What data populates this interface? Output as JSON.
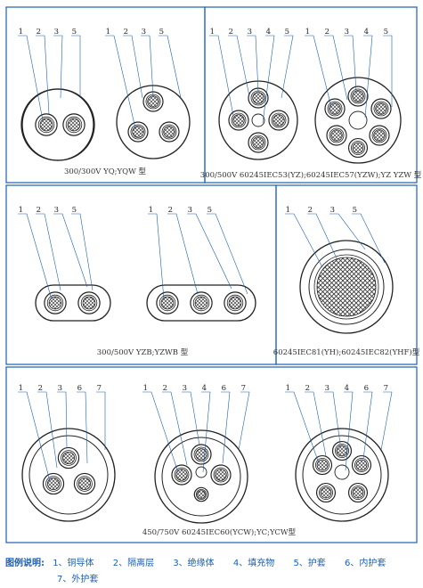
{
  "captions": {
    "p1": "300/300V  YQ;YQW 型",
    "p2": "300/500V 60245IEC53(YZ);60245IEC57(YZW);YZ YZW 型",
    "p3": "300/500V  YZB;YZWB 型",
    "p4": "60245IEC81(YH);60245IEC82(YHF)型",
    "p5": "450/750V 60245IEC60(YCW);YC;YCW型"
  },
  "callouts": {
    "p1a": [
      "1",
      "2",
      "3",
      "5"
    ],
    "p1b": [
      "1",
      "2",
      "3",
      "5"
    ],
    "p2a": [
      "1",
      "2",
      "3",
      "4",
      "5"
    ],
    "p2b": [
      "1",
      "2",
      "3",
      "4",
      "5"
    ],
    "p3a": [
      "1",
      "2",
      "3",
      "5"
    ],
    "p3b": [
      "1",
      "2",
      "3",
      "5"
    ],
    "p4": [
      "1",
      "2",
      "3",
      "5"
    ],
    "p5a": [
      "1",
      "2",
      "3",
      "6",
      "7"
    ],
    "p5b": [
      "1",
      "2",
      "3",
      "4",
      "6",
      "7"
    ],
    "p5c": [
      "1",
      "2",
      "3",
      "4",
      "6",
      "7"
    ]
  },
  "legend": {
    "title": "图例说明:",
    "items": [
      "1、铜导体",
      "2、隔离层",
      "3、绝缘体",
      "4、填充物",
      "5、护套",
      "6、内护套",
      "7、外护套"
    ]
  },
  "colors": {
    "frame": "#1a5fb4",
    "leader": "#1a5fb4",
    "legend": "#1a5fb4"
  }
}
